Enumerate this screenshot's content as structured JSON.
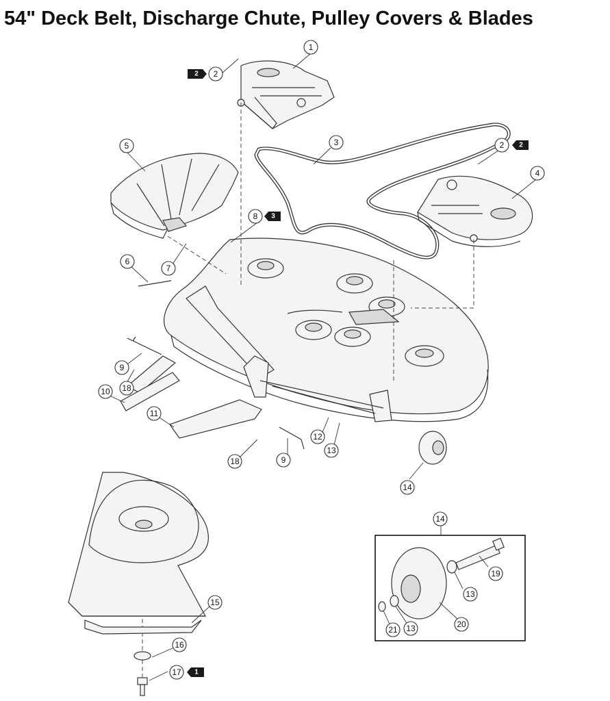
{
  "title": "54\" Deck Belt, Discharge Chute, Pulley Covers & Blades",
  "callouts": [
    {
      "id": "c1",
      "label": "1"
    },
    {
      "id": "c2a",
      "label": "2"
    },
    {
      "id": "c2b",
      "label": "2"
    },
    {
      "id": "c3",
      "label": "3"
    },
    {
      "id": "c4",
      "label": "4"
    },
    {
      "id": "c5",
      "label": "5"
    },
    {
      "id": "c6",
      "label": "6"
    },
    {
      "id": "c7",
      "label": "7"
    },
    {
      "id": "c8",
      "label": "8"
    },
    {
      "id": "c9a",
      "label": "9"
    },
    {
      "id": "c9b",
      "label": "9"
    },
    {
      "id": "c10",
      "label": "10"
    },
    {
      "id": "c11",
      "label": "11"
    },
    {
      "id": "c12",
      "label": "12"
    },
    {
      "id": "c13a",
      "label": "13"
    },
    {
      "id": "c13b",
      "label": "13"
    },
    {
      "id": "c13c",
      "label": "13"
    },
    {
      "id": "c14a",
      "label": "14"
    },
    {
      "id": "c14b",
      "label": "14"
    },
    {
      "id": "c15",
      "label": "15"
    },
    {
      "id": "c16",
      "label": "16"
    },
    {
      "id": "c17",
      "label": "17"
    },
    {
      "id": "c18a",
      "label": "18"
    },
    {
      "id": "c18b",
      "label": "18"
    },
    {
      "id": "c19",
      "label": "19"
    },
    {
      "id": "c20",
      "label": "20"
    },
    {
      "id": "c21",
      "label": "21"
    }
  ],
  "tags": [
    {
      "id": "t2a",
      "label": "2"
    },
    {
      "id": "t2b",
      "label": "2"
    },
    {
      "id": "t3",
      "label": "3"
    },
    {
      "id": "t1",
      "label": "1"
    }
  ]
}
